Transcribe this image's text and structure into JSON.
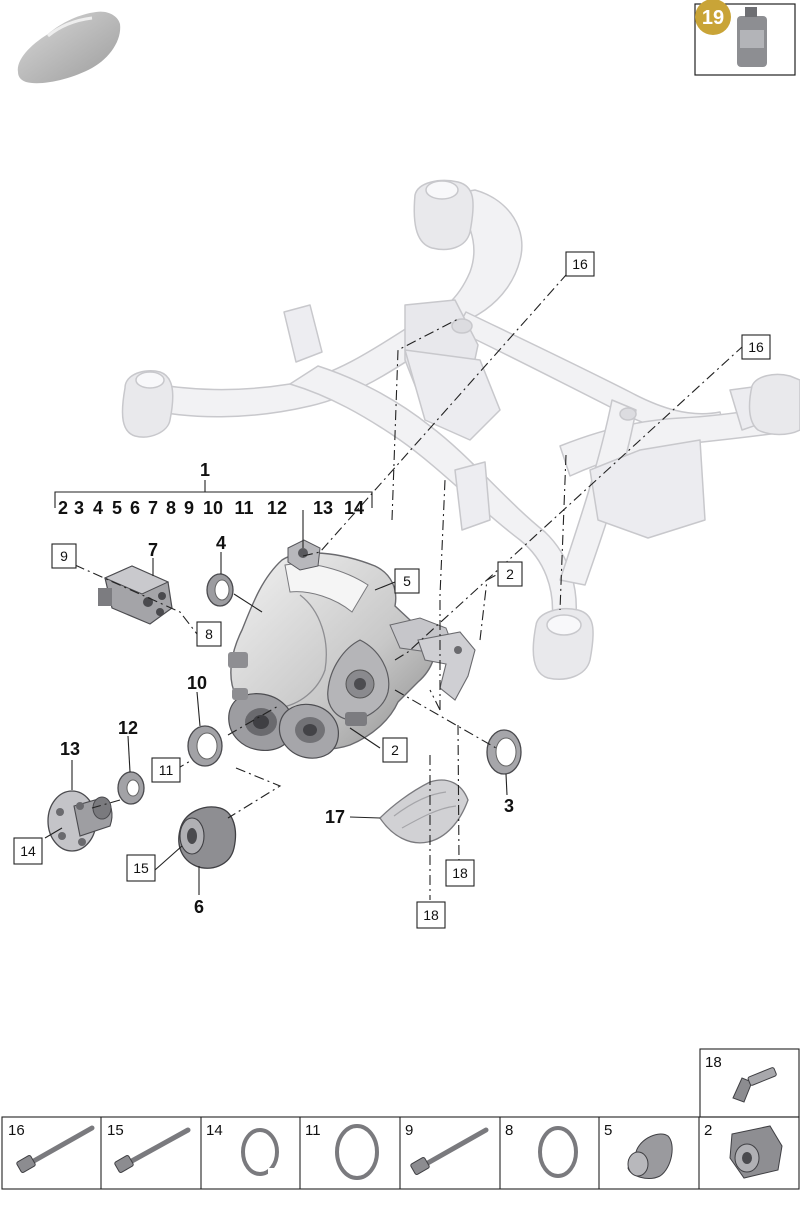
{
  "header": {
    "badge_number": "19"
  },
  "callouts": {
    "main_assembly": "1",
    "assembly_contents": [
      "2",
      "3",
      "4",
      "5",
      "6",
      "7",
      "8",
      "9",
      "10",
      "11",
      "12",
      "13",
      "14"
    ],
    "bold": {
      "n7": "7",
      "n4": "4",
      "n10": "10",
      "n12": "12",
      "n13": "13",
      "n6": "6",
      "n17": "17",
      "n3": "3"
    },
    "boxed": {
      "b16a": "16",
      "b16b": "16",
      "b9": "9",
      "b5": "5",
      "b2a": "2",
      "b8": "8",
      "b2b": "2",
      "b11": "11",
      "b14": "14",
      "b15": "15",
      "b18a": "18",
      "b18b": "18"
    }
  },
  "legend": {
    "top_cell": "18",
    "cells": [
      "16",
      "15",
      "14",
      "11",
      "9",
      "8",
      "5",
      "2"
    ]
  },
  "colors": {
    "badge_fill": "#c9a437",
    "frame_fill": "#f4f4f6",
    "frame_stroke": "#c4c4c8",
    "part_dark": "#9a9a9e",
    "part_mid": "#c2c2c4"
  }
}
